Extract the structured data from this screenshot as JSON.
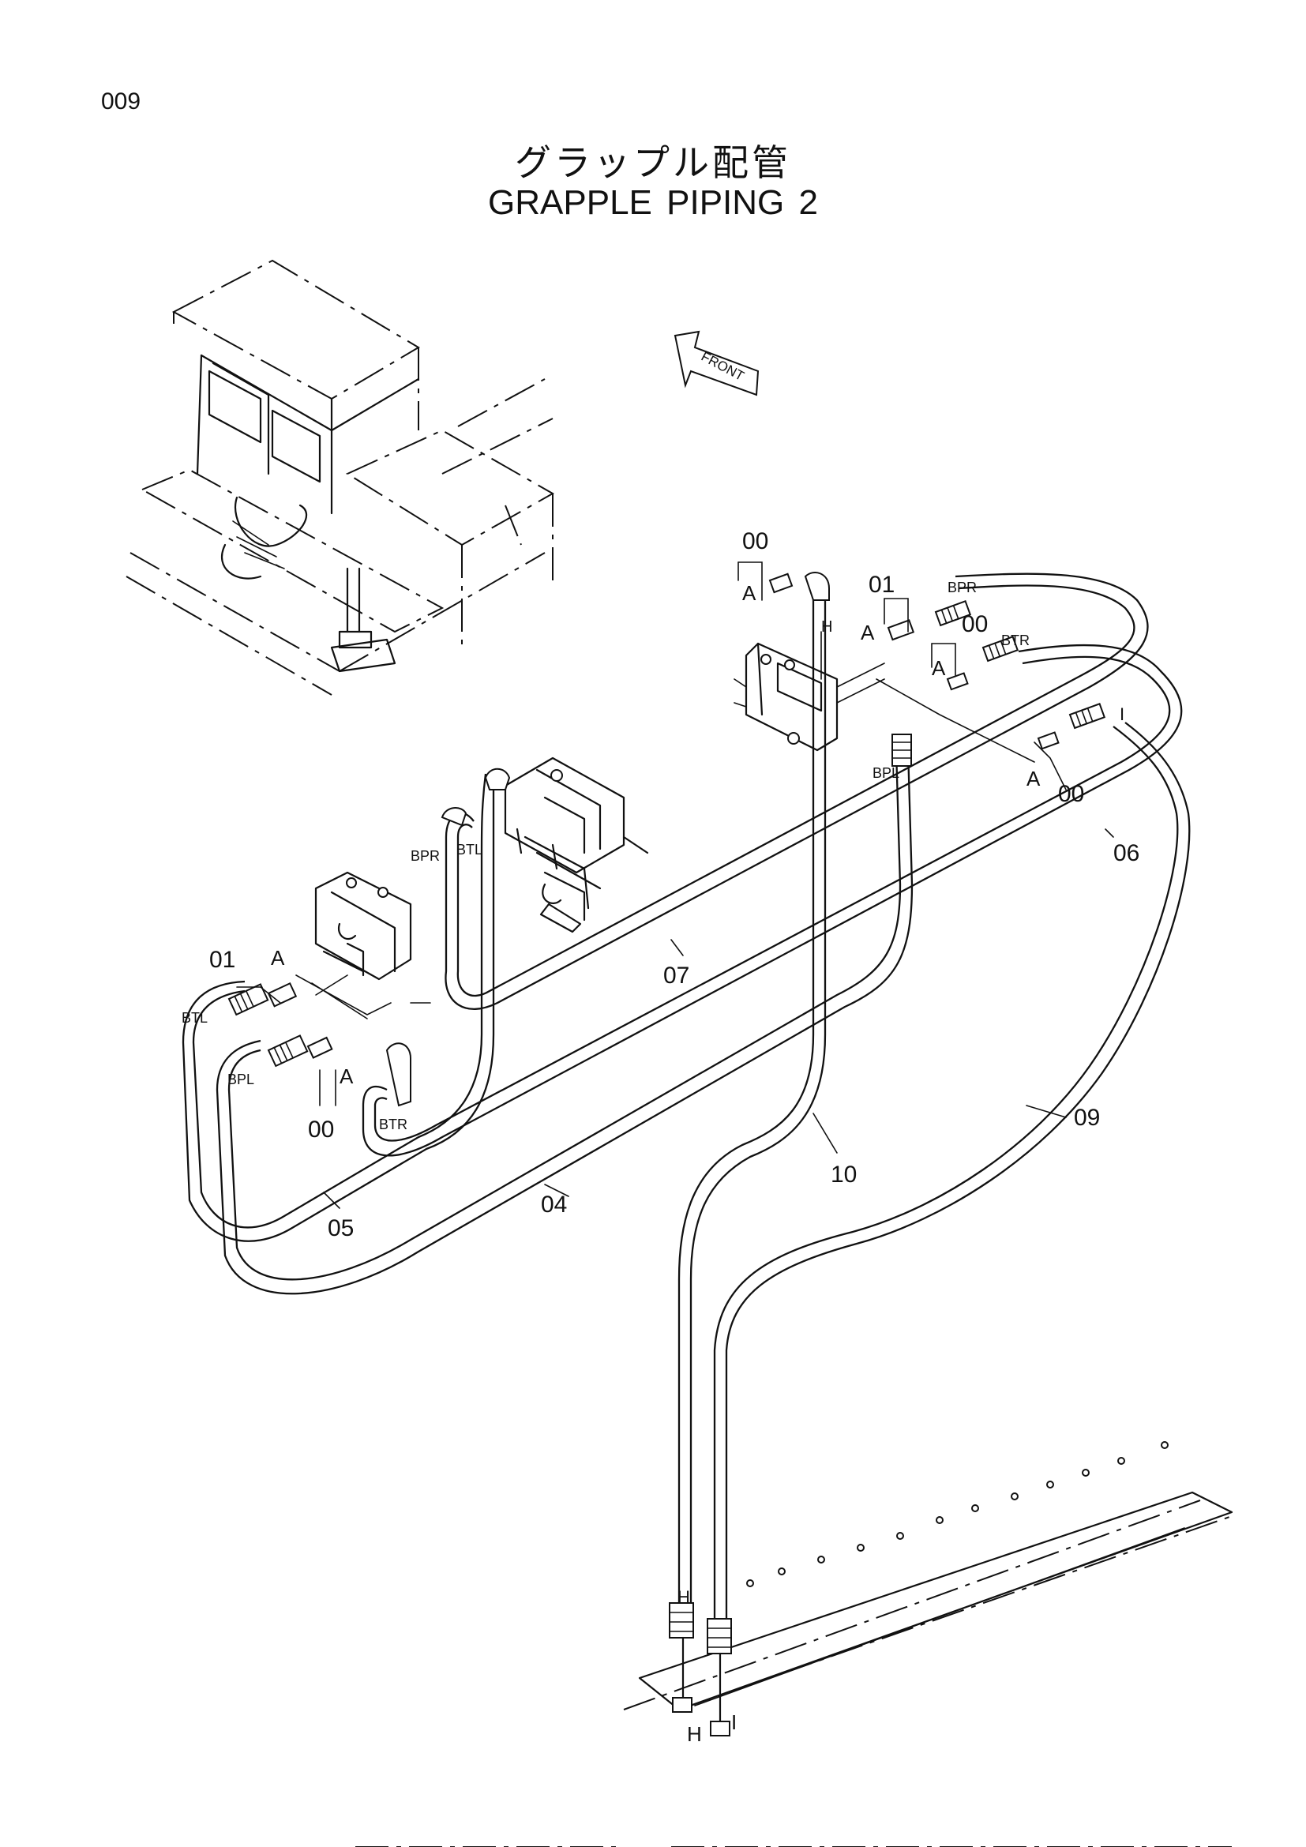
{
  "page": {
    "number": "009",
    "title_jp": "グラップル配管",
    "title_en": "GRAPPLE PIPING   2"
  },
  "direction_marker": {
    "label": "FRONT",
    "icon": "front-arrow-icon"
  },
  "callouts": {
    "part_00": "00",
    "part_01": "01",
    "part_04": "04",
    "part_05": "05",
    "part_06": "06",
    "part_07": "07",
    "part_09": "09",
    "part_10": "10",
    "label_a": "A",
    "label_h": "H",
    "label_i": "I",
    "port_bpr": "BPR",
    "port_btr": "BTR",
    "port_btl": "BTL",
    "port_bpl": "BPL"
  }
}
